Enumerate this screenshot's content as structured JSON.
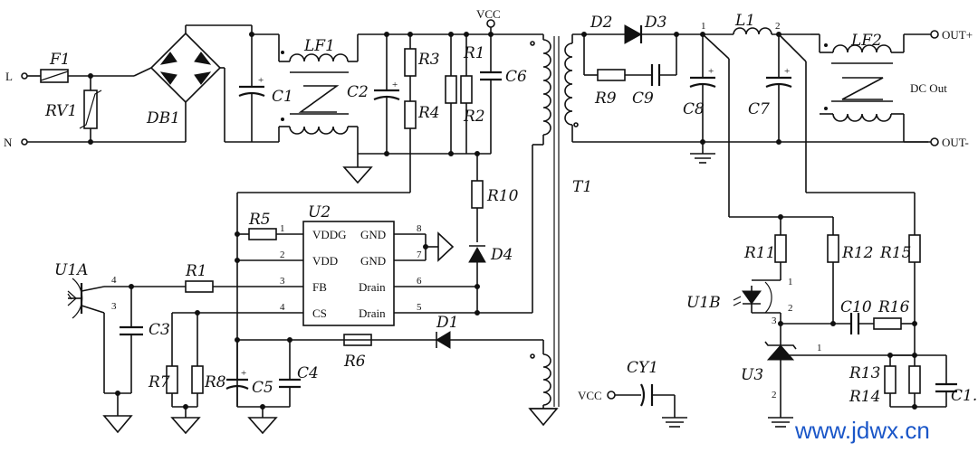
{
  "terminals": {
    "line": "L",
    "neutral": "N",
    "vcc_top": "VCC",
    "vcc_left": "VCC",
    "out_pos": "OUT+",
    "out_neg": "OUT-",
    "dc_out": "DC Out"
  },
  "labels": {
    "F1": "F1",
    "RV1": "RV1",
    "DB1": "DB1",
    "C1": "C1",
    "LF1": "LF1",
    "C2": "C2",
    "R3": "R3",
    "R4": "R4",
    "R1a": "R1",
    "R2": "R2",
    "C6": "C6",
    "T1": "T1",
    "D2": "D2",
    "D3": "D3",
    "R9": "R9",
    "C9": "C9",
    "C8": "C8",
    "L1": "L1",
    "C7": "C7",
    "LF2": "LF2",
    "R10": "R10",
    "D4": "D4",
    "U2": "U2",
    "R5": "R5",
    "U1A": "U1A",
    "R1b": "R1",
    "C3": "C3",
    "R7": "R7",
    "R8": "R8",
    "C5": "C5",
    "C4": "C4",
    "R6": "R6",
    "D1": "D1",
    "CY1": "CY1",
    "R11": "R11",
    "R12": "R12",
    "R15": "R15",
    "U1B": "U1B",
    "C10": "C10",
    "R16": "R16",
    "U3": "U3",
    "R13": "R13",
    "R14": "R14",
    "C1b": "C1."
  },
  "u2": {
    "pin_names_left": [
      "VDDG",
      "VDD",
      "FB",
      "CS"
    ],
    "pin_names_right": [
      "GND",
      "GND",
      "Drain",
      "Drain"
    ],
    "pin_nums_left": [
      "1",
      "2",
      "3",
      "4"
    ],
    "pin_nums_right": [
      "8",
      "7",
      "6",
      "5"
    ]
  },
  "pins": {
    "u1a_4": "4",
    "u1a_3": "3",
    "l1_1": "1",
    "l1_2": "2",
    "u1b_1": "1",
    "u1b_2": "2",
    "u1b_3": "3",
    "u3_1": "1",
    "u3_2": "2"
  },
  "watermark": "www.jdwx.cn"
}
